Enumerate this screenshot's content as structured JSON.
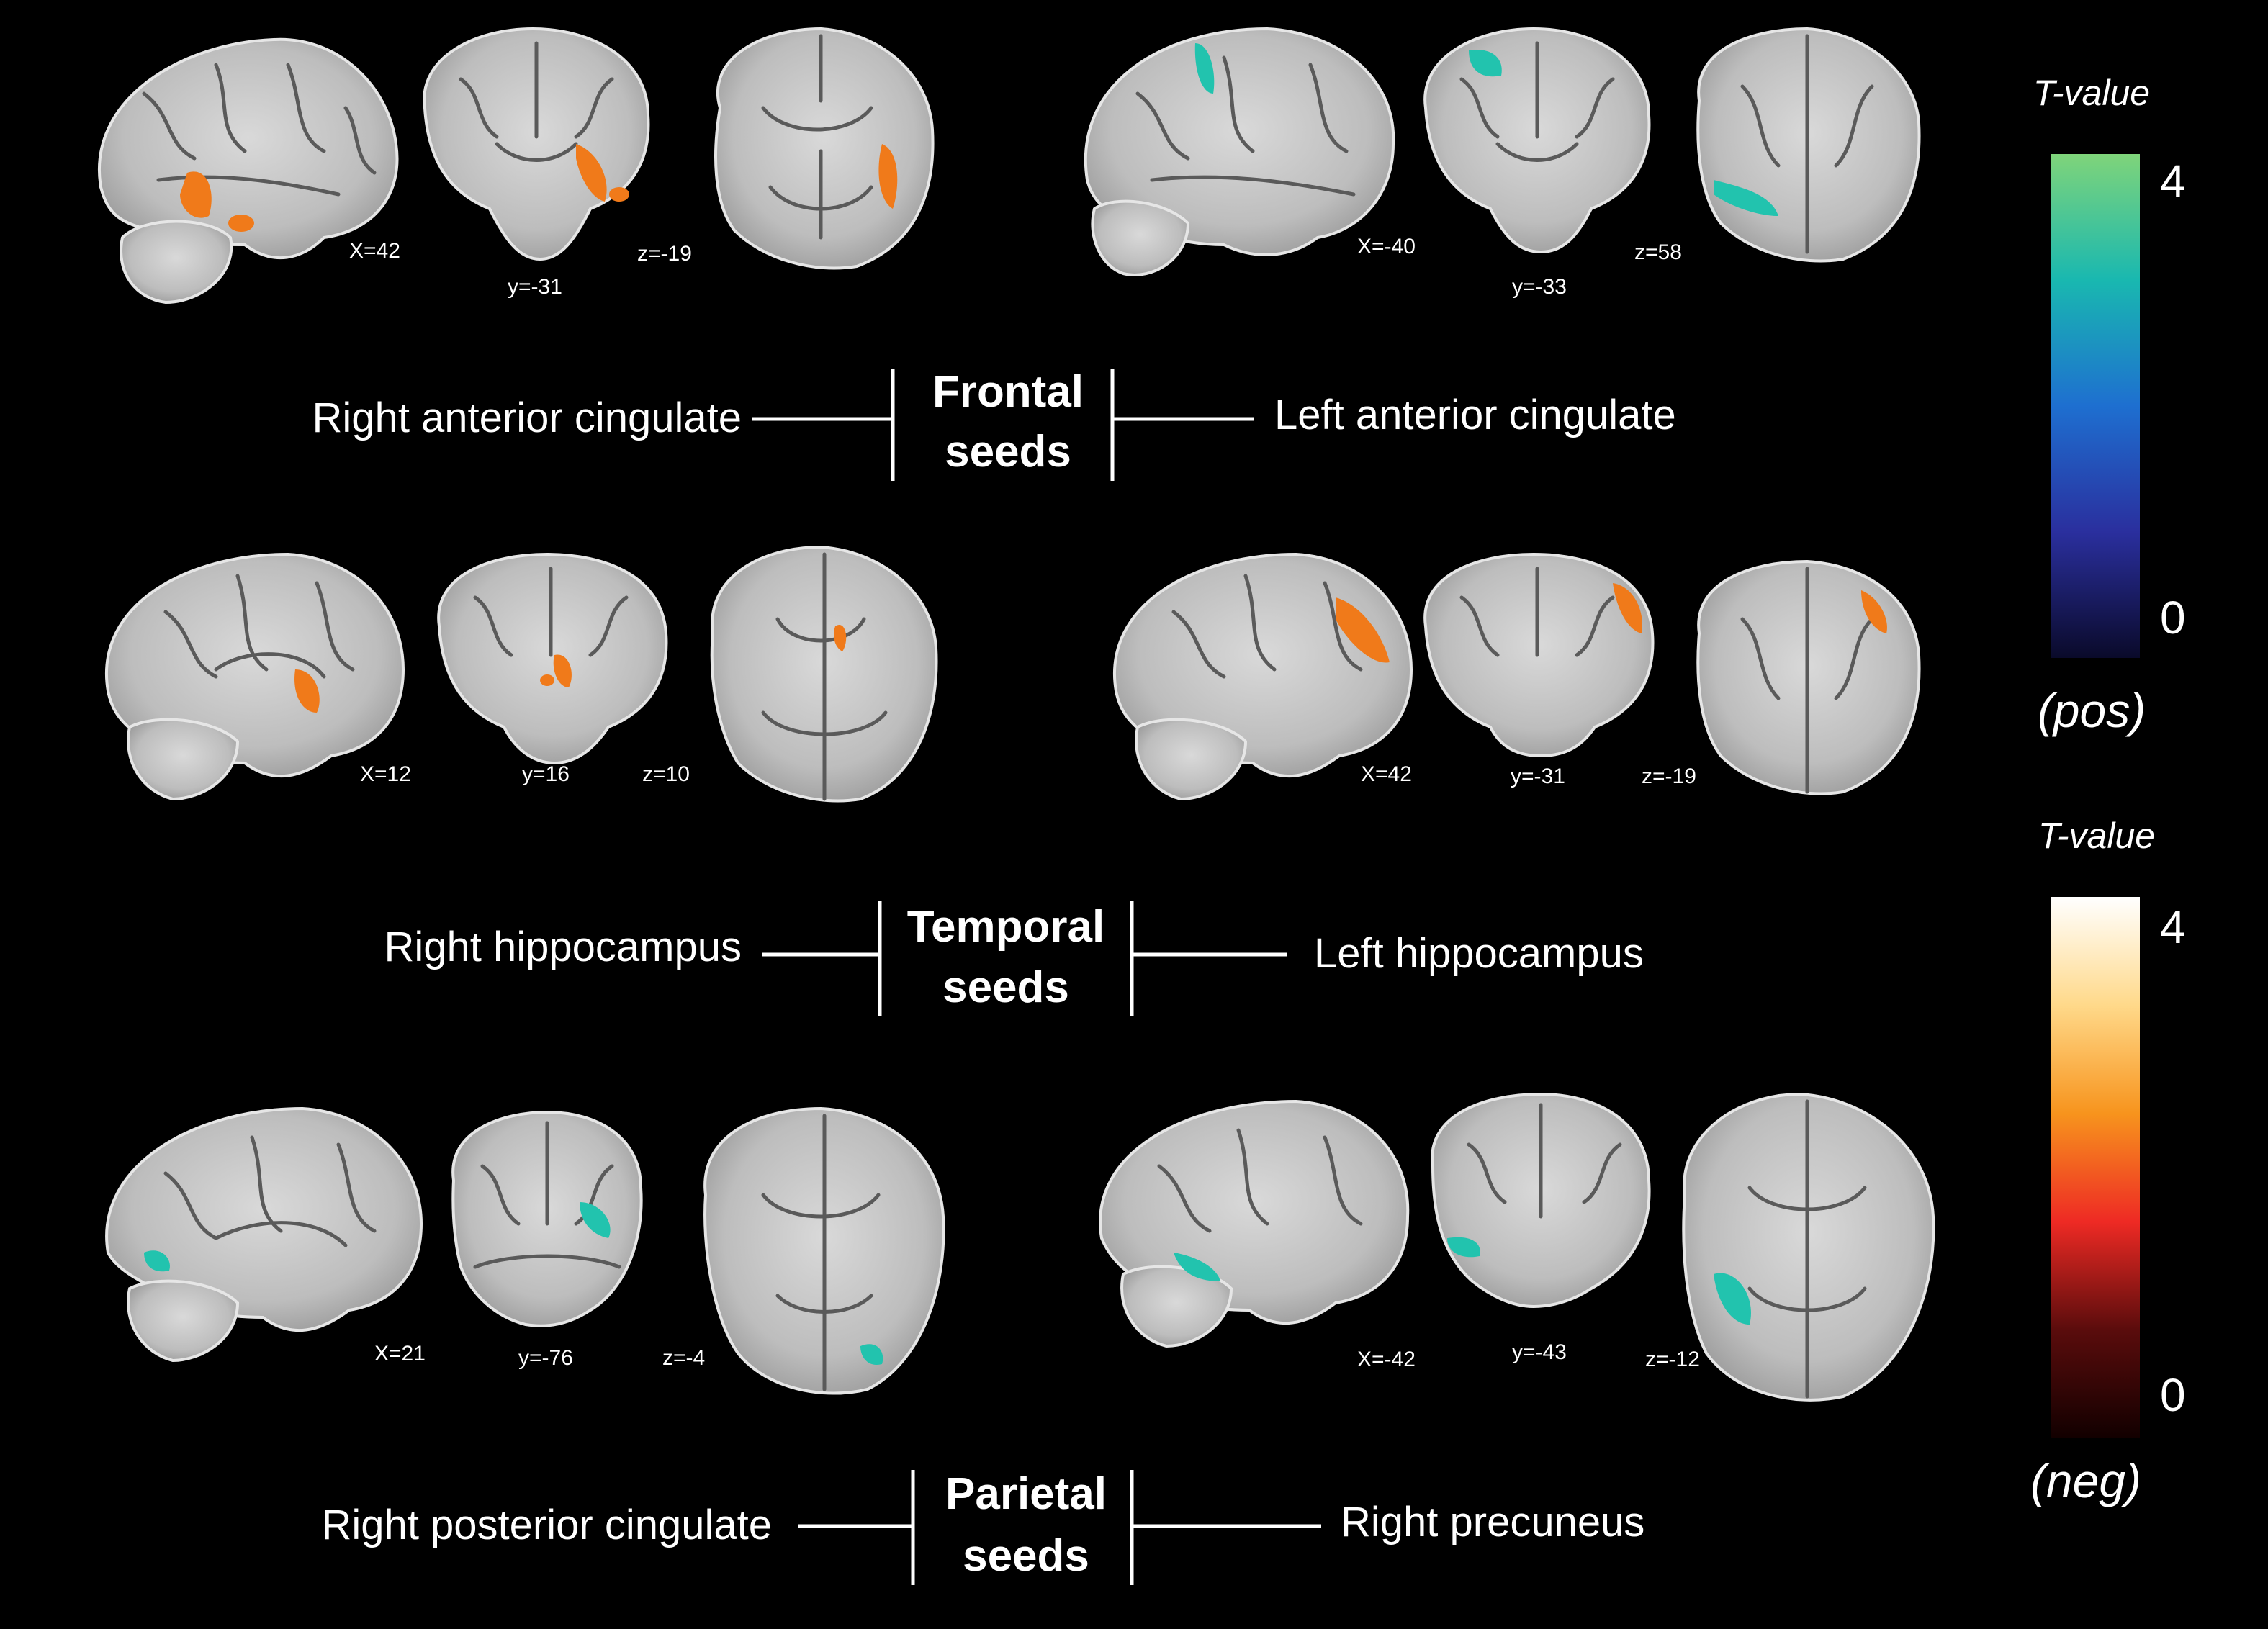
{
  "rows": [
    {
      "seed_label": [
        "Frontal",
        "seeds"
      ],
      "left_region": "Right anterior cingulate",
      "right_region": "Left anterior cingulate",
      "left_slices": [
        "X=42",
        "y=-31",
        "z=-19"
      ],
      "right_slices": [
        "X=-40",
        "y=-33",
        "z=58"
      ]
    },
    {
      "seed_label": [
        "Temporal",
        "seeds"
      ],
      "left_region": "Right hippocampus",
      "right_region": "Left hippocampus",
      "left_slices": [
        "X=12",
        "y=16",
        "z=10"
      ],
      "right_slices": [
        "X=42",
        "y=-31",
        "z=-19"
      ]
    },
    {
      "seed_label": [
        "Parietal",
        "seeds"
      ],
      "left_region": "Right posterior cingulate",
      "right_region": "Right precuneus",
      "left_slices": [
        "X=21",
        "y=-76",
        "z=-4"
      ],
      "right_slices": [
        "X=-42",
        "y=-43",
        "z=-12"
      ]
    }
  ],
  "colorbars": [
    {
      "title": "T-value",
      "max_label": "4",
      "min_label": "0",
      "sign_label": "(pos)",
      "colors": [
        "#7fd47a",
        "#19b8b0",
        "#1e6fd0",
        "#2a2f9e",
        "#0a0a2a"
      ]
    },
    {
      "title": "T-value",
      "max_label": "4",
      "min_label": "0",
      "sign_label": "(neg)",
      "colors": [
        "#ffffff",
        "#ffd98a",
        "#f7941d",
        "#ee2a24",
        "#5a0c0c",
        "#120000"
      ]
    }
  ],
  "colors": {
    "positive_blob": "#22c3ae",
    "negative_blob": "#f07a1a"
  }
}
